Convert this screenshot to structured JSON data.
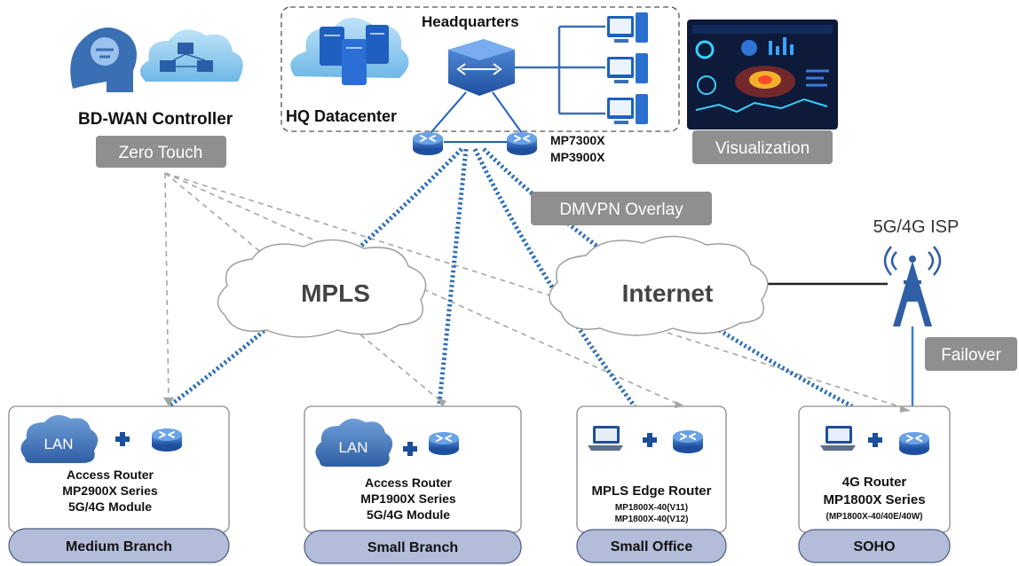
{
  "hq": {
    "title": "Headquarters",
    "datacenter_label": "HQ Datacenter",
    "router_models": [
      "MP7300X",
      "MP3900X"
    ]
  },
  "controller": {
    "label": "BD-WAN Controller",
    "zero_touch": "Zero Touch"
  },
  "visualization": {
    "label": "Visualization"
  },
  "overlay": {
    "label": "DMVPN  Overlay"
  },
  "clouds": {
    "mpls": "MPLS",
    "internet": "Internet"
  },
  "isp": {
    "label": "5G/4G ISP",
    "failover": "Failover"
  },
  "branches": [
    {
      "lan": "LAN",
      "lines": [
        "Access Router",
        "MP2900X Series",
        "5G/4G Module"
      ],
      "tag": "Medium Branch"
    },
    {
      "lan": "LAN",
      "lines": [
        "Access Router",
        "MP1900X Series",
        "5G/4G Module"
      ],
      "tag": "Small Branch"
    },
    {
      "title": "MPLS Edge Router",
      "models": [
        "MP1800X-40(V11)",
        "MP1800X-40(V12)"
      ],
      "tag": "Small Office"
    },
    {
      "title": "4G Router",
      "subtitle": "MP1800X Series",
      "models": [
        "(MP1800X-40/40E/40W)"
      ],
      "tag": "SOHO"
    }
  ],
  "colors": {
    "blue_dark": "#1b4e9b",
    "blue_mid": "#3a7dd6",
    "overlay_dots": "#2a6db8",
    "pill_gray": "#8f8f8f",
    "tag_fill": "#b3bdd9",
    "dashed_gray": "#a6a6a6"
  }
}
